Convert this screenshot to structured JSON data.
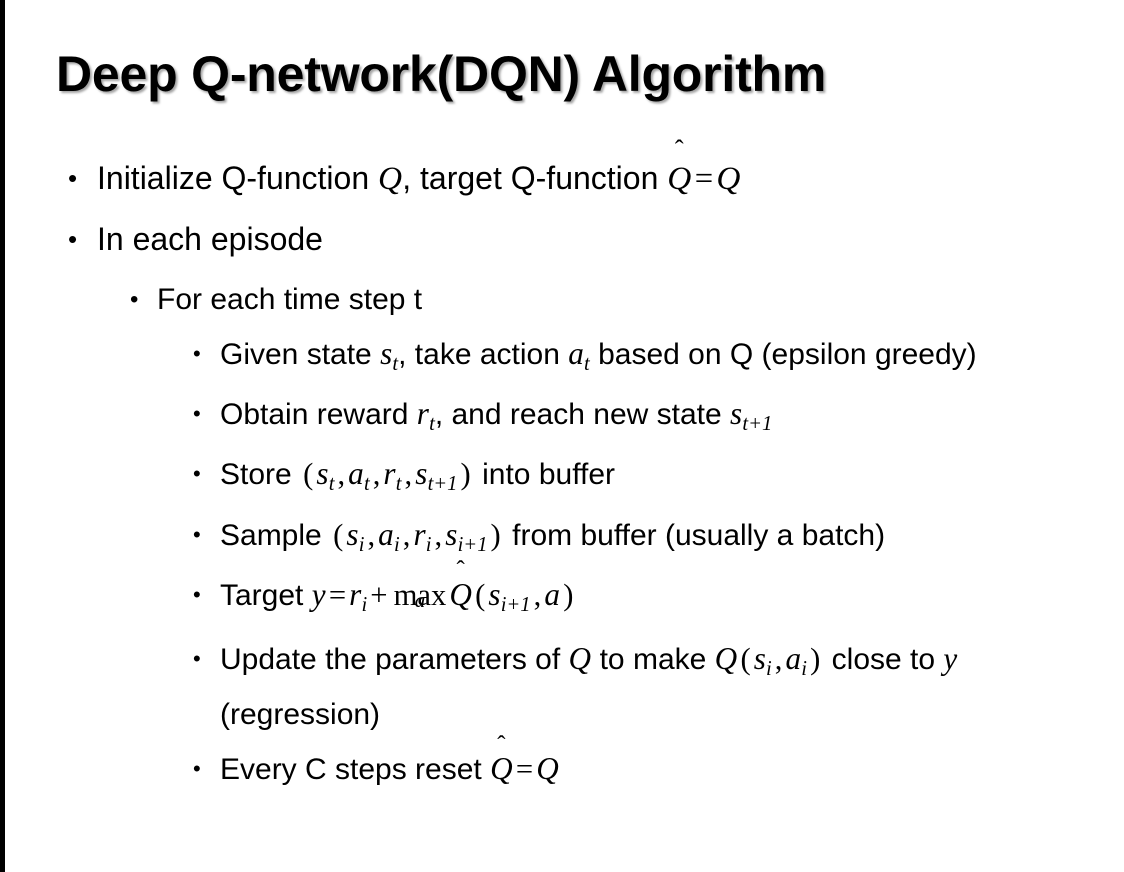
{
  "slide": {
    "title": "Deep Q-network(DQN) Algorithm",
    "bullet_glyph": "•",
    "text_color": "#000000",
    "background_color": "#ffffff",
    "edge_strip_color": "#000000"
  },
  "content": {
    "b1": {
      "level": 1,
      "plain": "Initialize Q-function Q, target Q-function Q̂ = Q",
      "seg": {
        "t1": "Initialize Q-function ",
        "m1": "Q",
        "t2": ", target Q-function ",
        "m2": "Q",
        "hat": "̂",
        "eq": "=",
        "m3": "Q"
      }
    },
    "b2": {
      "level": 1,
      "plain": "In each episode"
    },
    "b3": {
      "level": 2,
      "plain": "For each time step t"
    },
    "b4": {
      "level": 3,
      "plain": "Given state sₜ, take action aₜ based on Q (epsilon greedy)",
      "seg": {
        "t1": "Given state ",
        "m1": "s",
        "sub1": "t",
        "t2": ", take action ",
        "m2": "a",
        "sub2": "t",
        "t3": " based on Q (epsilon greedy)"
      }
    },
    "b5": {
      "level": 3,
      "plain": "Obtain reward rₜ, and reach new state sₜ₊₁",
      "seg": {
        "t1": "Obtain reward ",
        "m1": "r",
        "sub1": "t",
        "t2": ", and reach new state ",
        "m2": "s",
        "sub2": "t+1"
      }
    },
    "b6": {
      "level": 3,
      "plain": "Store (sₜ, aₜ, rₜ, sₜ₊₁) into buffer",
      "seg": {
        "t1": "Store ",
        "open": "(",
        "m1": "s",
        "sub1": "t",
        "c1": ",",
        "m2": "a",
        "sub2": "t",
        "c2": ",",
        "m3": "r",
        "sub3": "t",
        "c3": ",",
        "m4": "s",
        "sub4": "t+1",
        "close": ")",
        "t2": " into buffer"
      }
    },
    "b7": {
      "level": 3,
      "plain": "Sample (sᵢ, aᵢ, rᵢ, sᵢ₊₁) from buffer (usually a batch)",
      "seg": {
        "t1": "Sample ",
        "open": "(",
        "m1": "s",
        "sub1": "i",
        "c1": ",",
        "m2": "a",
        "sub2": "i",
        "c2": ",",
        "m3": "r",
        "sub3": "i",
        "c3": ",",
        "m4": "s",
        "sub4": "i+1",
        "close": ")",
        "t2": " from buffer (usually a batch)"
      }
    },
    "b8": {
      "level": 3,
      "plain": "Target y = rᵢ + maxₐ Q̂(sᵢ₊₁, a)",
      "seg": {
        "t1": "Target ",
        "y": "y",
        "eq": "=",
        "m1": "r",
        "sub1": "i",
        "plus": "+",
        "op": "max",
        "under": "a",
        "qh": "Q",
        "hat": "̂",
        "open": "(",
        "m2": "s",
        "sub2": "i+1",
        "c1": ",",
        "m3": "a",
        "close": ")"
      }
    },
    "b9": {
      "level": 3,
      "plain": "Update the parameters of Q to make Q(sᵢ, aᵢ) close to y (regression)",
      "seg": {
        "t1": "Update the parameters of ",
        "m1": "Q",
        "t2": " to make ",
        "m2": "Q",
        "open": "(",
        "m3": "s",
        "sub3": "i",
        "c1": ",",
        "m4": "a",
        "sub4": "i",
        "close": ")",
        "t3": " close to ",
        "y": "y",
        "t4": " (regression)"
      }
    },
    "b10": {
      "level": 3,
      "plain": "Every C steps reset Q̂ = Q",
      "seg": {
        "t1": "Every C steps reset ",
        "m1": "Q",
        "hat": "̂",
        "eq": "=",
        "m2": "Q"
      }
    }
  }
}
